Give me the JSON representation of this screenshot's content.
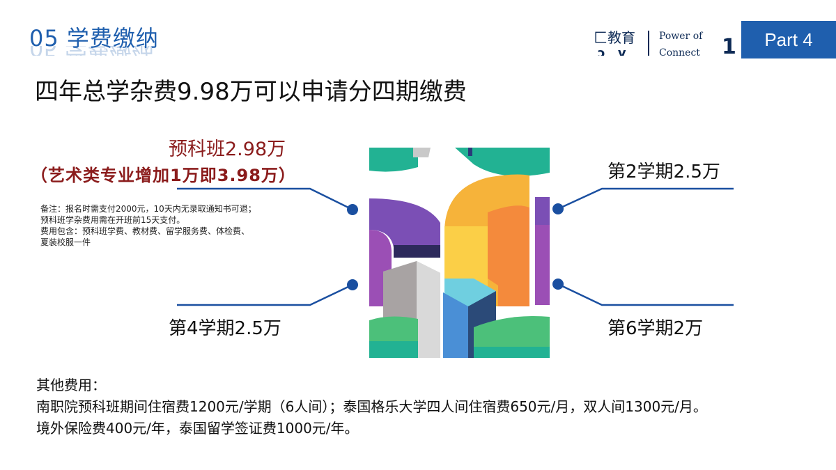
{
  "header": {
    "section_title": "05 学费缴纳",
    "part_label": "Part 4",
    "logo": {
      "cn_text": "匚教育",
      "en_line1": "Power of",
      "en_line2": "Connect"
    }
  },
  "headline": "四年总学杂费9.98万可以申请分四期缴费",
  "prep": {
    "title": "预科班2.98万",
    "subtitle": "（艺术类专业增加1万即3.98万）",
    "notes": [
      "备注：报名时需支付2000元，10天内无录取通知书可退；",
      "预科班学杂费用需在开班前15天支付。",
      "费用包含：预科班学费、教材费、留学服务费、体检费、",
      "夏装校服一件"
    ]
  },
  "semesters": {
    "sem2": "第2学期2.5万",
    "sem4": "第4学期2.5万",
    "sem6": "第6学期2万"
  },
  "other_fees": {
    "title": "其他费用：",
    "line1": "南职院预科班期间住宿费1200元/学期（6人间）；泰国格乐大学四人间住宿费650元/月，双人间1300元/月。",
    "line2": "境外保险费400元/年，泰国留学签证费1000元/年。"
  },
  "colors": {
    "brand_blue": "#1f5fae",
    "dark_red": "#8b1c1c",
    "connector_blue": "#1a4fa0"
  }
}
